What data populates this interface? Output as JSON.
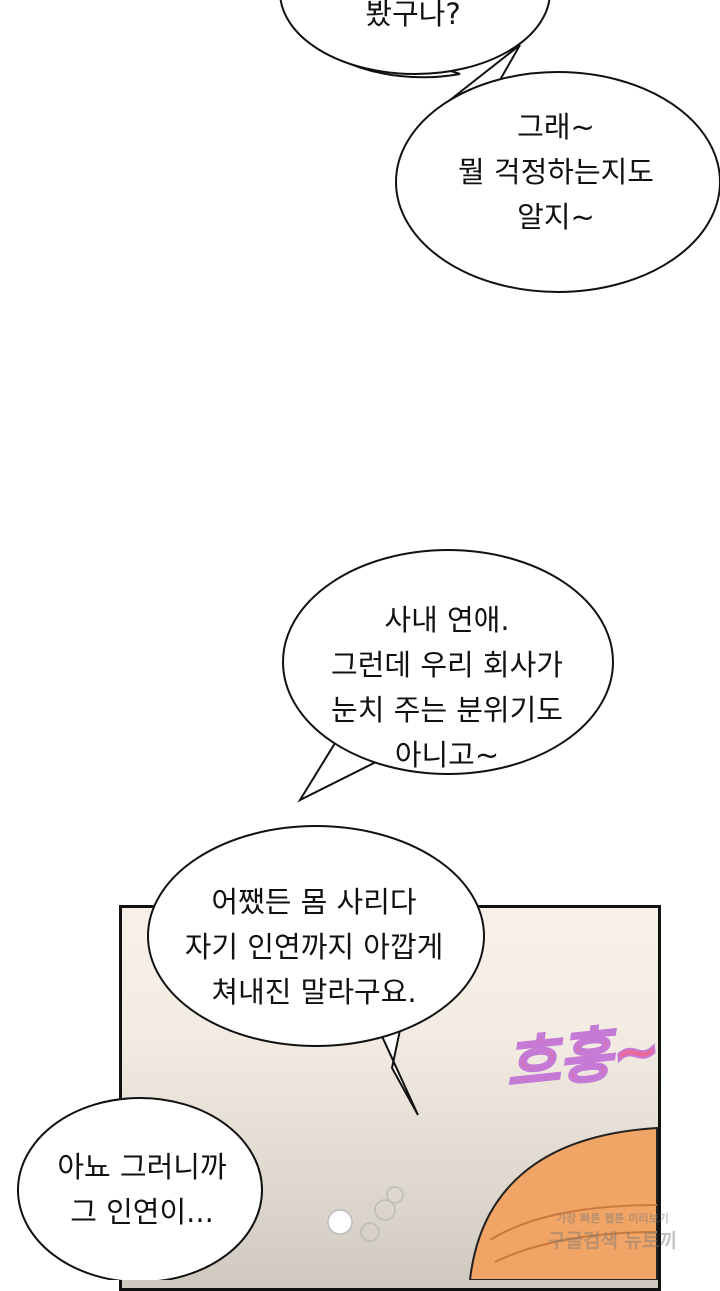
{
  "bubbles": [
    {
      "lines": [
        "봤구나?"
      ]
    },
    {
      "lines": [
        "그래~",
        "뭘 걱정하는지도",
        "알지~"
      ]
    },
    {
      "lines": [
        "사내 연애.",
        "그런데 우리 회사가",
        "눈치 주는 분위기도",
        "아니고~"
      ]
    },
    {
      "lines": [
        "어쨌든 몸 사리다",
        "자기 인연까지 아깝게",
        "쳐내진 말라구요."
      ]
    },
    {
      "lines": [
        "아뇨 그러니까",
        "그 인연이..."
      ]
    }
  ],
  "sound_effect": "흐흥~",
  "watermark": {
    "line1": "가장 빠른 웹툰 미리보기",
    "line2": "구글검색 뉴토끼"
  },
  "colors": {
    "hair": "#f0a466",
    "sfx": "#e86a9a",
    "panel_bg": "#f4eee6"
  }
}
